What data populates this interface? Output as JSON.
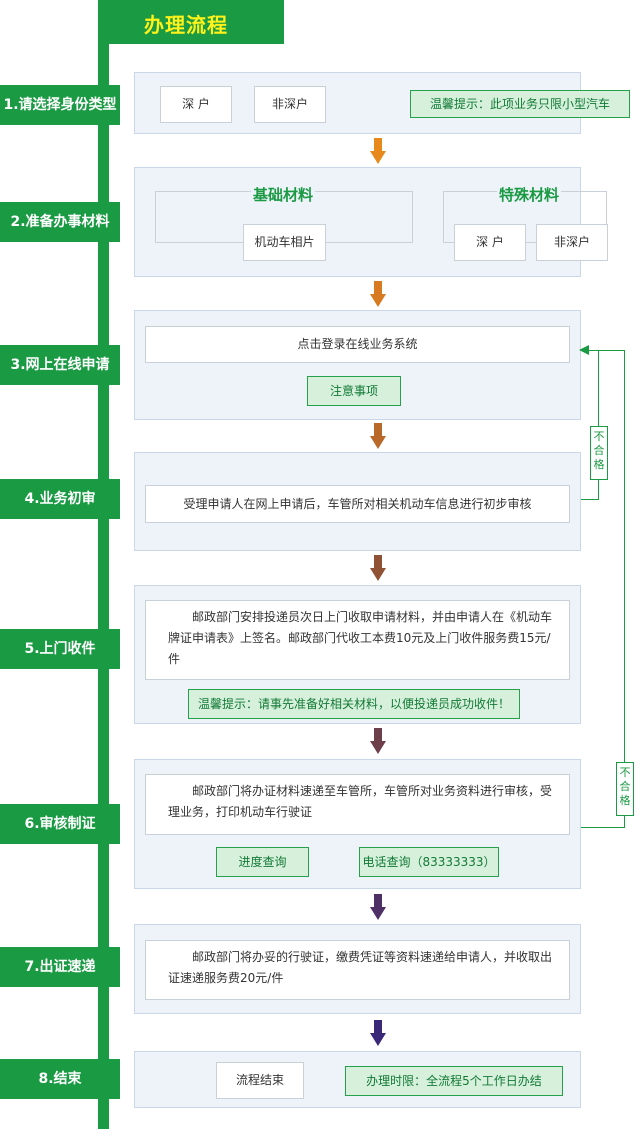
{
  "header": {
    "title": "办理流程"
  },
  "steps": [
    "1.请选择身份类型",
    "2.准备办事材料",
    "3.网上在线申请",
    "4.业务初审",
    "5.上门收件",
    "6.审核制证",
    "7.出证速递",
    "8.结束"
  ],
  "step1": {
    "resident": "深  户",
    "non_resident": "非深户",
    "tip": "温馨提示：此项业务只限小型汽车"
  },
  "step2": {
    "basic_title": "基础材料",
    "basic_item": "机动车相片",
    "special_title": "特殊材料",
    "resident": "深  户",
    "non_resident": "非深户"
  },
  "step3": {
    "login": "点击登录在线业务系统",
    "notice": "注意事项"
  },
  "step4": {
    "text": "受理申请人在网上申请后，车管所对相关机动车信息进行初步审核"
  },
  "step5": {
    "text": "邮政部门安排投递员次日上门收取申请材料，并由申请人在《机动车牌证申请表》上签名。邮政部门代收工本费10元及上门收件服务费15元/件",
    "tip": "温馨提示：请事先准备好相关材料，以便投递员成功收件！"
  },
  "step6": {
    "text": "邮政部门将办证材料速递至车管所，车管所对业务资料进行审核，受理业务，打印机动车行驶证",
    "progress": "进度查询",
    "phone": "电话查询（83333333）"
  },
  "step7": {
    "text": "邮政部门将办妥的行驶证，缴费凭证等资料速递给申请人，并收取出证速递服务费20元/件"
  },
  "step8": {
    "end": "流程结束",
    "time_limit": "办理时限：全流程5个工作日办结"
  },
  "fail_label": "不合格",
  "colors": {
    "green": "#1a9a43",
    "yellow": "#fff21a",
    "panel_bg": "#eef3fa",
    "light_green": "#d6f0dc"
  }
}
